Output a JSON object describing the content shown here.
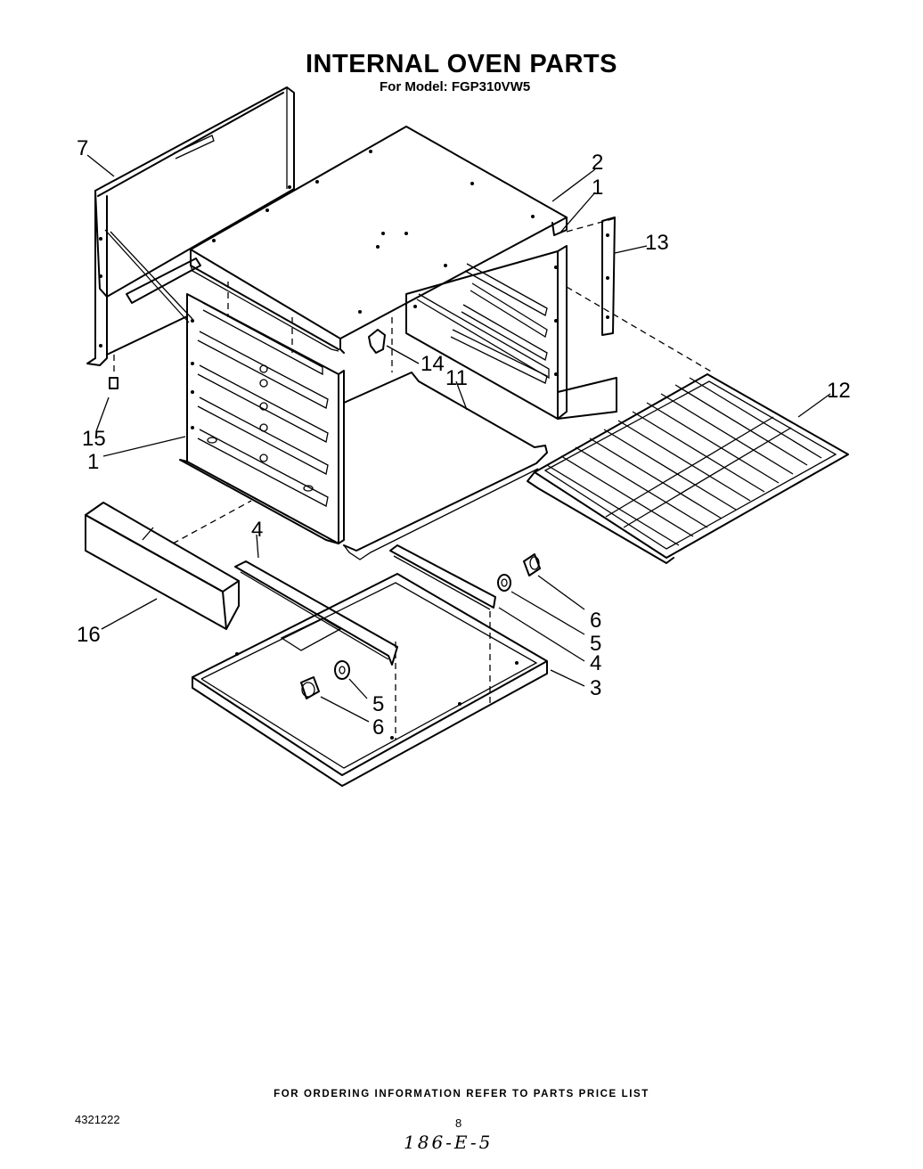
{
  "header": {
    "title": "INTERNAL OVEN PARTS",
    "subtitle": "For Model: FGP310VW5"
  },
  "callouts": {
    "c7": "7",
    "c2": "2",
    "c1_top": "1",
    "c13": "13",
    "c14": "14",
    "c11": "11",
    "c12": "12",
    "c15": "15",
    "c1_left": "1",
    "c4_top": "4",
    "c16": "16",
    "c6_right": "6",
    "c5_right": "5",
    "c4_right": "4",
    "c3": "3",
    "c5_bottom": "5",
    "c6_bottom": "6"
  },
  "footer": {
    "ordering_note": "FOR ORDERING INFORMATION REFER TO PARTS PRICE LIST",
    "doc_number": "4321222",
    "page_number": "8",
    "handwritten": "186-E-5"
  }
}
